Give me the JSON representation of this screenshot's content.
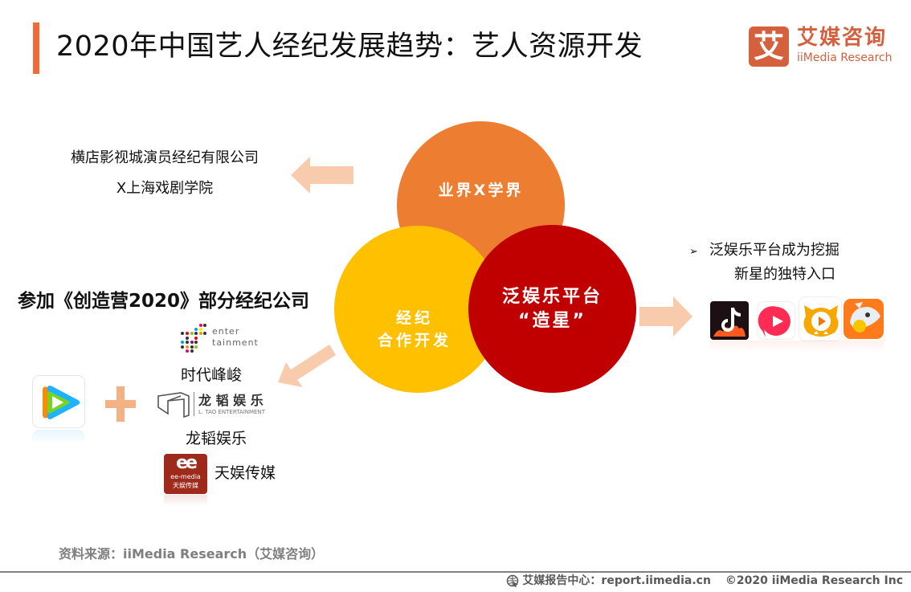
{
  "header": {
    "title": "2020年中国艺人经纪发展趋势：艺人资源开发",
    "accent_color": "#f26a3a"
  },
  "logo": {
    "mark": "艾",
    "name_cn": "艾媒咨询",
    "name_en": "iiMedia Research",
    "color": "#d5603d"
  },
  "diagram": {
    "circles": [
      {
        "id": "industry-academia",
        "label": "业界X学界",
        "color": "#ed7d31"
      },
      {
        "id": "agency-cooperation",
        "lines": [
          "经纪",
          "合作开发"
        ],
        "color": "#ffc000"
      },
      {
        "id": "platform-star-making",
        "lines": [
          "泛娱乐平台",
          "“造星”"
        ],
        "color": "#c00000"
      }
    ],
    "arrow_color": "#f8cbad"
  },
  "left_top": {
    "lines": [
      "横店影视城演员经纪有限公司",
      "X上海戏剧学院"
    ]
  },
  "left_bottom": {
    "heading": "参加《创造营2020》部分经纪公司",
    "platform_icon": "tencent-video-icon",
    "plus": "+",
    "companies": [
      {
        "logo_text_1": "enter",
        "logo_text_2": "tainment",
        "name": "时代峰峻"
      },
      {
        "logo_text_cn": "龙 韬 娱 乐",
        "logo_text_en": "L. TAO ENTERTAINMENT",
        "name": "龙韬娱乐"
      },
      {
        "logo_text_1": "ee-media",
        "logo_text_2": "天娱传媒",
        "name": "天娱传媒"
      }
    ]
  },
  "right": {
    "bullet": "➢",
    "lines": [
      "泛娱乐平台成为挖掘",
      "新星的独特入口"
    ],
    "apps": [
      "douyin-huoshan-icon",
      "weishi-icon",
      "huya-icon",
      "douyu-icon"
    ]
  },
  "footer": {
    "source": "资料来源：iiMedia Research（艾媒咨询）",
    "report_center": "艾媒报告中心：report.iimedia.cn",
    "copyright": "©2020  iiMedia Research  Inc"
  }
}
